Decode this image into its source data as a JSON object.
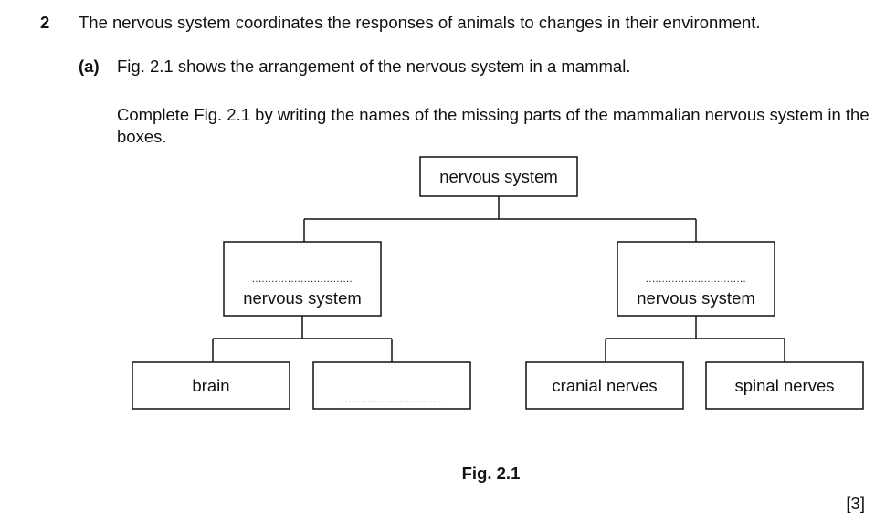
{
  "question": {
    "number": "2",
    "stem": "The nervous system coordinates the responses of animals to changes in their environment.",
    "part_label": "(a)",
    "part_text": "Fig. 2.1 shows the arrangement of the nervous system in a mammal.",
    "instruction": "Complete Fig. 2.1 by writing the names of the missing parts of the mammalian nervous system in the boxes."
  },
  "diagram": {
    "root": "nervous system",
    "left_child_label": "nervous system",
    "right_child_label": "nervous system",
    "left_leaves": [
      "brain",
      ""
    ],
    "right_leaves": [
      "cranial nerves",
      "spinal nerves"
    ],
    "blank": "..............................."
  },
  "caption": "Fig. 2.1",
  "marks": "[3]"
}
